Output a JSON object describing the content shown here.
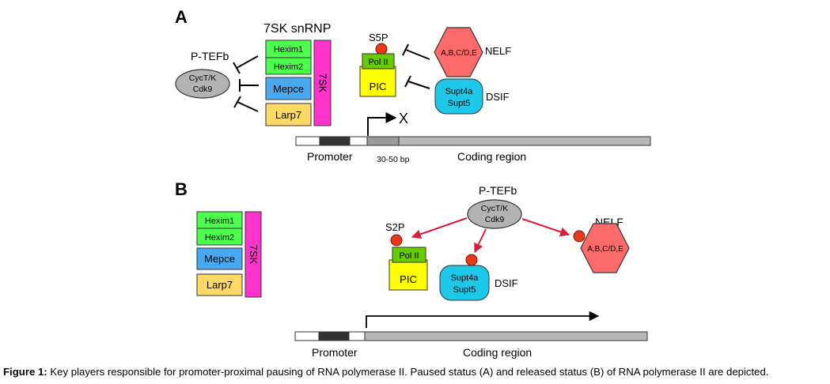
{
  "panel_a": {
    "label": "A",
    "complex_title": "7SK snRNP",
    "ptefb_title": "P-TEFb",
    "cyct": "CycT/K",
    "cdk9": "Cdk9",
    "hexim1": "Hexim1",
    "hexim2": "Hexim2",
    "mepce": "Mepce",
    "larp7": "Larp7",
    "rna_7sk": "7SK",
    "s5p": "S5P",
    "pol2": "Pol II",
    "pic": "PIC",
    "nelf_subunits": "A,B,C/D,E",
    "nelf": "NELF",
    "supt4a": "Supt4a",
    "supt5": "Supt5",
    "dsif": "DSIF",
    "blocked_mark": "X",
    "promoter": "Promoter",
    "distance": "30-50 bp",
    "coding": "Coding region"
  },
  "panel_b": {
    "label": "B",
    "ptefb_title": "P-TEFb",
    "cyct": "CycT/K",
    "cdk9": "Cdk9",
    "hexim1": "Hexim1",
    "hexim2": "Hexim2",
    "mepce": "Mepce",
    "larp7": "Larp7",
    "rna_7sk": "7SK",
    "s2p": "S2P",
    "pol2": "Pol II",
    "pic": "PIC",
    "nelf": "NELF",
    "nelf_subunits": "A,B,C/D,E",
    "supt4a": "Supt4a",
    "supt5": "Supt5",
    "dsif": "DSIF",
    "promoter": "Promoter",
    "coding": "Coding region"
  },
  "caption": {
    "label": "Figure 1:",
    "text": " Key players responsible for promoter-proximal pausing of RNA polymerase II. Paused status (A) and released status (B) of RNA polymerase II are depicted."
  },
  "colors": {
    "hexim": "#4dff4d",
    "mepce": "#49a9f0",
    "larp7": "#ffd966",
    "rna7sk": "#ff33cc",
    "ptefb": "#b3b3b3",
    "pol2": "#66cc00",
    "pic": "#ffff00",
    "nelf": "#ff6b6b",
    "dsif": "#1ec8e8",
    "phospho": "#e83a1a",
    "activation_arrow": "#d81f3a",
    "promoter_box": "#333333",
    "coding": "#b8b8b8"
  }
}
